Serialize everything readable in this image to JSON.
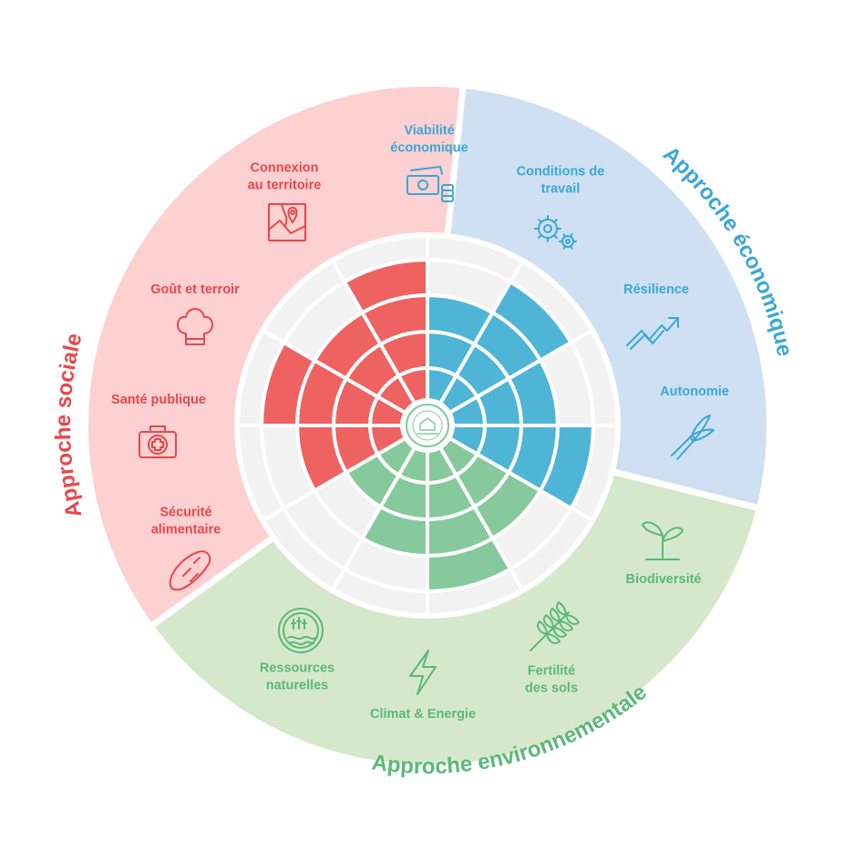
{
  "colors": {
    "social_bg": "#fdd0d1",
    "economic_bg": "#cee0f2",
    "environmental_bg": "#d5e8cc",
    "social_text": "#e8474c",
    "economic_text": "#3aa7d6",
    "environmental_text": "#5cb878",
    "social_fill": "#ef6262",
    "economic_fill": "#4fb5d7",
    "environmental_fill": "#86c99d",
    "empty_cell": "#f2f2f2"
  },
  "approaches": {
    "social": "Approche sociale",
    "economic": "Approche économique",
    "environmental": "Approche environnementale"
  },
  "criteria": [
    {
      "id": "viabilite",
      "lines": [
        "Viabilité",
        "économique"
      ],
      "approach": "economic",
      "icon": "money-icon",
      "level": 3
    },
    {
      "id": "conditions",
      "lines": [
        "Conditions de",
        "travail"
      ],
      "approach": "economic",
      "icon": "gears-icon",
      "level": 4
    },
    {
      "id": "resilience",
      "lines": [
        "Résilience"
      ],
      "approach": "economic",
      "icon": "trend-up-icon",
      "level": 3
    },
    {
      "id": "autonomie",
      "lines": [
        "Autonomie"
      ],
      "approach": "economic",
      "icon": "pruning-shears-icon",
      "level": 4
    },
    {
      "id": "biodiversite",
      "lines": [
        "Biodiversité"
      ],
      "approach": "environmental",
      "icon": "sprout-icon",
      "level": 3
    },
    {
      "id": "fertilite",
      "lines": [
        "Fertilité",
        "des sols"
      ],
      "approach": "environmental",
      "icon": "wheat-icon",
      "level": 4
    },
    {
      "id": "climat",
      "lines": [
        "Climat & Energie"
      ],
      "approach": "environmental",
      "icon": "lightning-icon",
      "level": 3
    },
    {
      "id": "ressources",
      "lines": [
        "Ressources",
        "naturelles"
      ],
      "approach": "environmental",
      "icon": "water-icon",
      "level": 2
    },
    {
      "id": "securite",
      "lines": [
        "Sécurité",
        "alimentaire"
      ],
      "approach": "social",
      "icon": "bread-icon",
      "level": 3
    },
    {
      "id": "sante",
      "lines": [
        "Santé publique"
      ],
      "approach": "social",
      "icon": "medical-kit-icon",
      "level": 4
    },
    {
      "id": "gout",
      "lines": [
        "Goût et terroir"
      ],
      "approach": "social",
      "icon": "chef-hat-icon",
      "level": 3
    },
    {
      "id": "connexion",
      "lines": [
        "Connexion",
        "au territoire"
      ],
      "approach": "social",
      "icon": "map-pin-icon",
      "level": 4
    }
  ],
  "max_level": 5
}
